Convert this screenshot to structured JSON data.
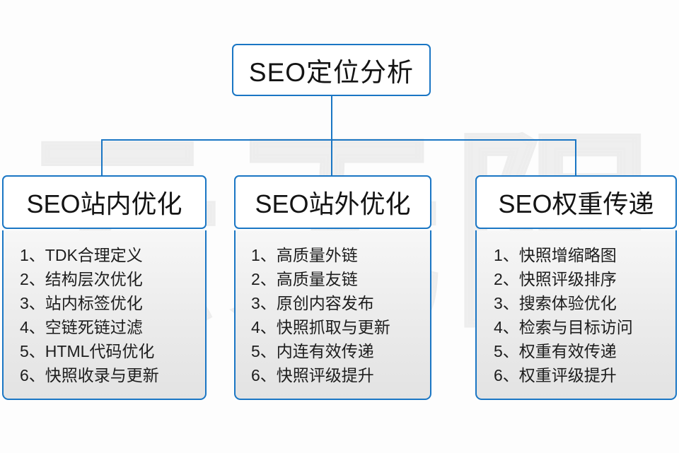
{
  "diagram": {
    "watermark_text": "云无限",
    "accent_color": "#1a76c4",
    "root": {
      "label": "SEO定位分析"
    },
    "columns": [
      {
        "header": "SEO站内优化",
        "items": [
          "1、TDK合理定义",
          "2、结构层次优化",
          "3、站内标签优化",
          "4、空链死链过滤",
          "5、HTML代码优化",
          "6、快照收录与更新"
        ]
      },
      {
        "header": "SEO站外优化",
        "items": [
          "1、高质量外链",
          "2、高质量友链",
          "3、原创内容发布",
          "4、快照抓取与更新",
          "5、内连有效传递",
          "6、快照评级提升"
        ]
      },
      {
        "header": "SEO权重传递",
        "items": [
          "1、快照增缩略图",
          "2、快照评级排序",
          "3、搜索体验优化",
          "4、检索与目标访问",
          "5、权重有效传递",
          "6、权重评级提升"
        ]
      }
    ]
  }
}
